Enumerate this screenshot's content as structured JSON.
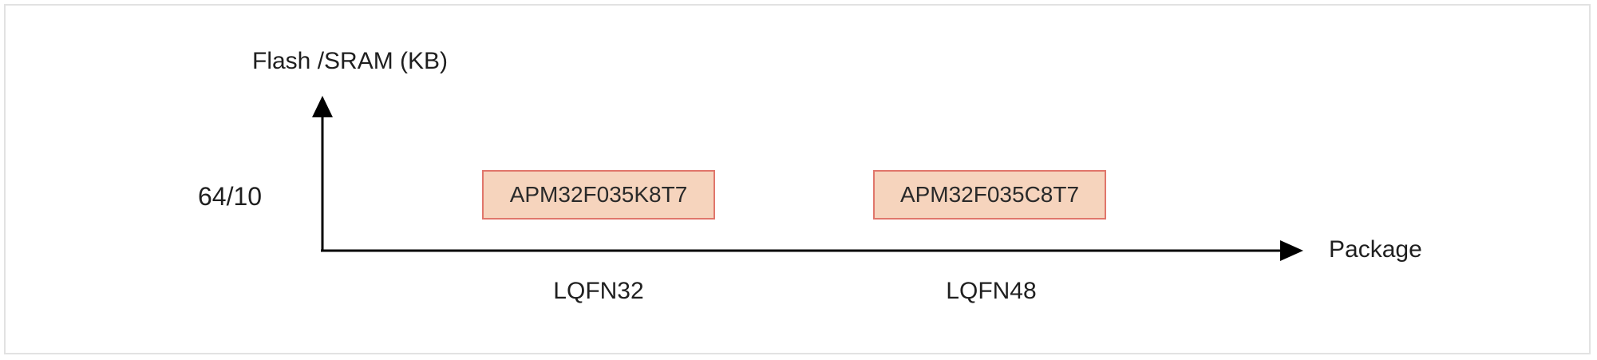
{
  "y_axis": {
    "title": "Flash /SRAM (KB)",
    "tick_label": "64/10"
  },
  "x_axis": {
    "title": "Package",
    "tick_labels": [
      "LQFN32",
      "LQFN48"
    ]
  },
  "parts": [
    {
      "name": "APM32F035K8T7",
      "package": "LQFN32",
      "memory": "64/10"
    },
    {
      "name": "APM32F035C8T7",
      "package": "LQFN48",
      "memory": "64/10"
    }
  ],
  "colors": {
    "box_fill": "#f6d4bd",
    "box_border": "#e0766b",
    "axis": "#000000",
    "text": "#1f1f1f",
    "frame_border": "#e2e2e2"
  }
}
